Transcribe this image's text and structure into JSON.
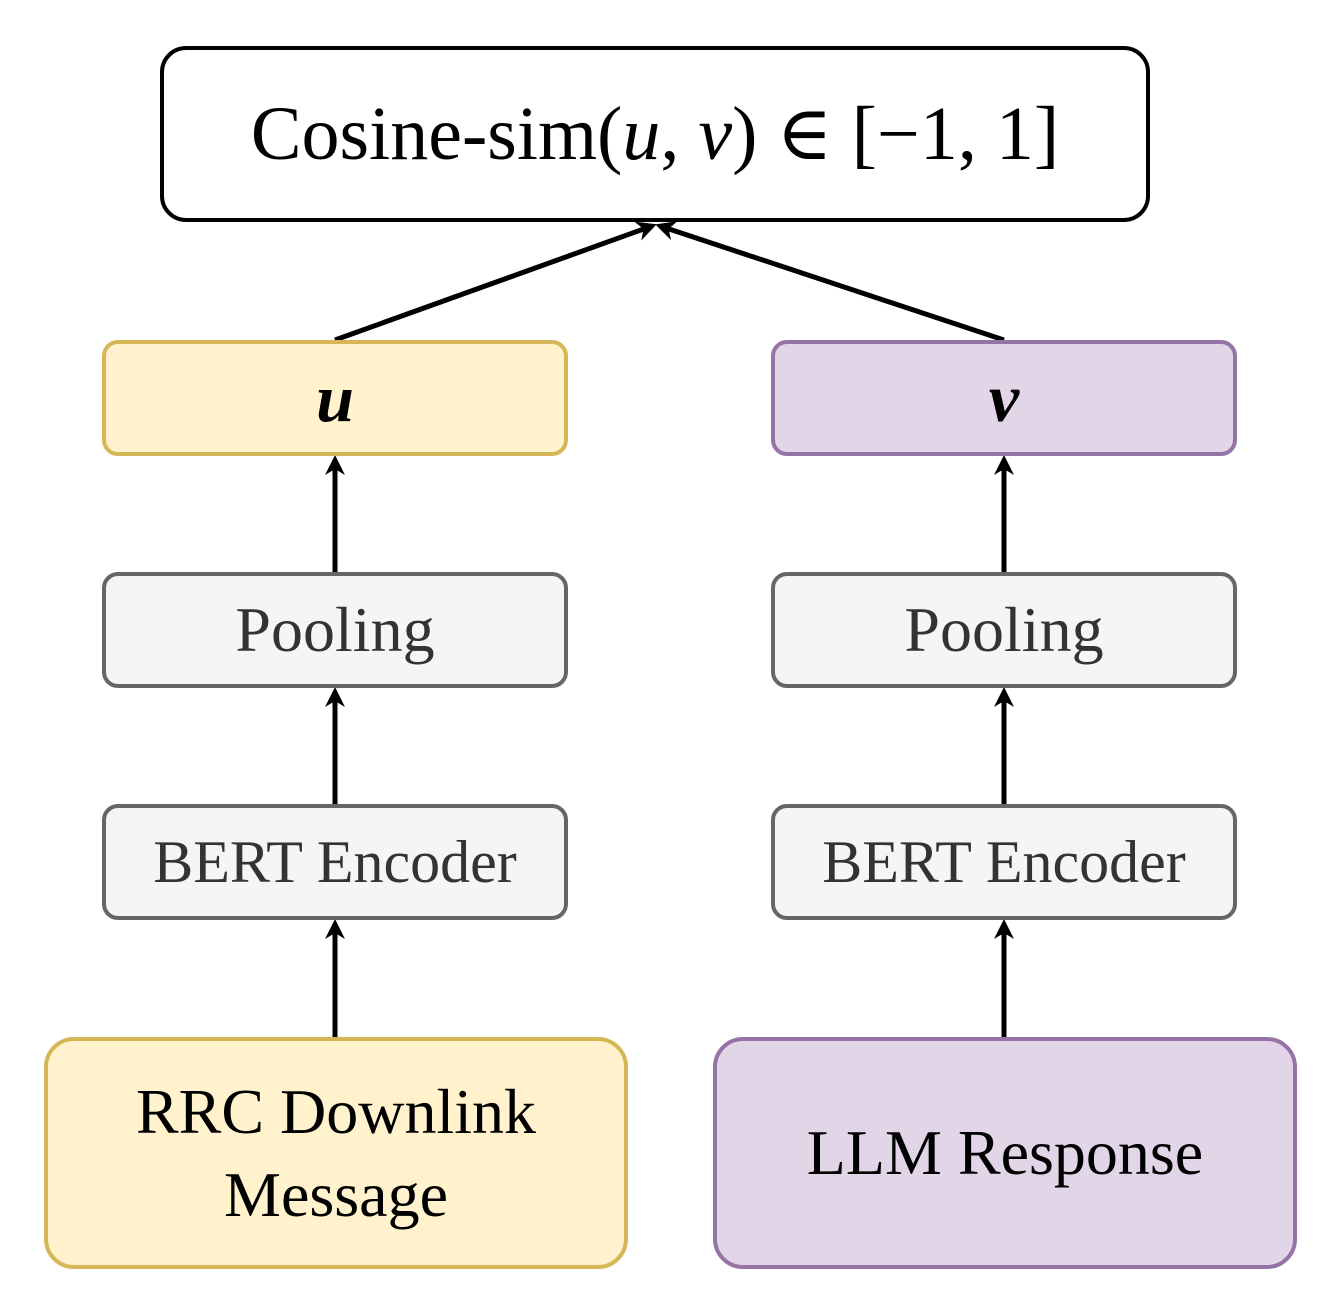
{
  "output": {
    "prefix": "Cosine-sim(",
    "var_u": "u",
    "comma": ", ",
    "var_v": "v",
    "suffix": ") ∈ [−1, 1]"
  },
  "left_branch": {
    "vector_label": "u",
    "pooling_label": "Pooling",
    "encoder_label": "BERT Encoder",
    "input_line1": "RRC Downlink",
    "input_line2": "Message"
  },
  "right_branch": {
    "vector_label": "v",
    "pooling_label": "Pooling",
    "encoder_label": "BERT Encoder",
    "input_label": "LLM Response"
  },
  "colors": {
    "yellow_fill": "#fff2cc",
    "yellow_stroke": "#d6b656",
    "purple_fill": "#e1d5e7",
    "purple_stroke": "#9673a6",
    "grey_fill": "#f5f5f5",
    "grey_stroke": "#666666",
    "arrow": "#000000"
  }
}
